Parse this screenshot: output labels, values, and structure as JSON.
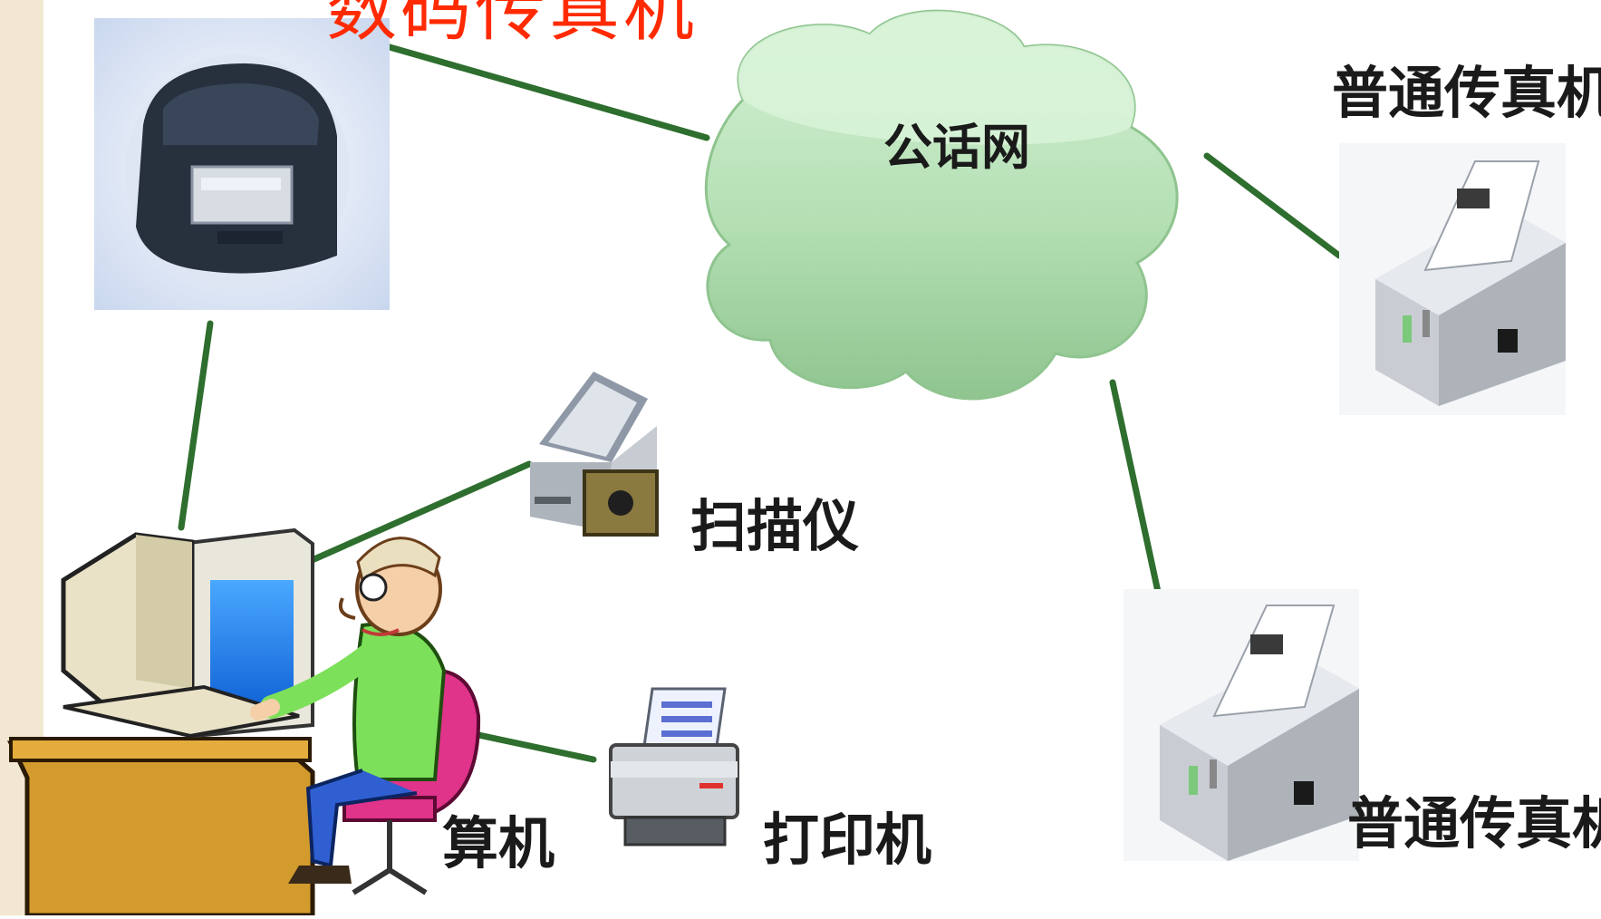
{
  "title": "数码传真机",
  "network_label": "公话网",
  "devices": {
    "fax_top_label": "普通传真机",
    "fax_bottom_label": "普通传真机",
    "scanner_label": "扫描仪",
    "printer_label": "打印机",
    "computer_label": "算机"
  },
  "colors": {
    "title": "#ff2a00",
    "link_line": "#2e6e2e",
    "cloud": "#b9e3b9",
    "left_strip": "#f2e8d2"
  }
}
